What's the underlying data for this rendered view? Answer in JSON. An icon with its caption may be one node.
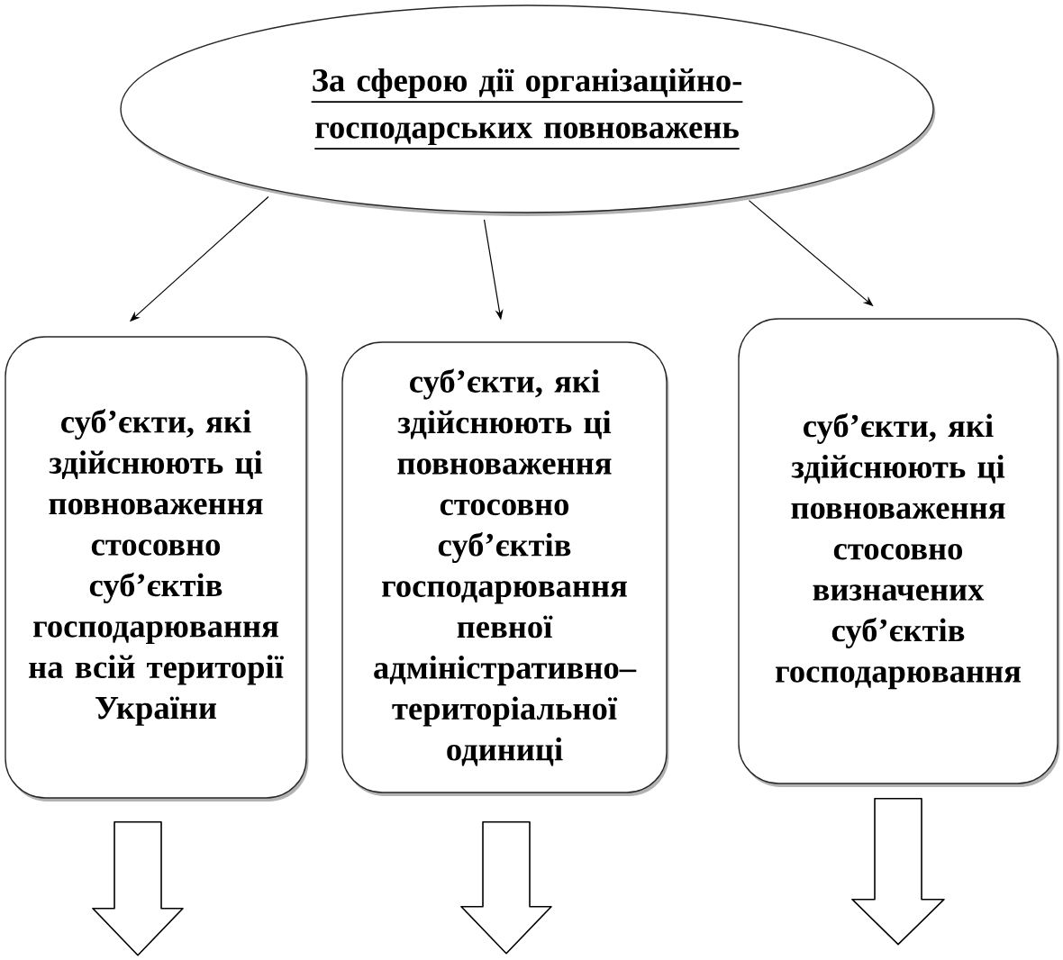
{
  "diagram": {
    "nodes": [
      {
        "text": [
          "За сферою дії організаційно- господарських повноважень"
        ]
      },
      {
        "text": [
          "суб’єкти, які здійснюють ці повноваження стосовно суб’єктів господарювання на всій території України"
        ]
      },
      {
        "text": [
          "суб’єкти, які здійснюють ці повноваження стосовно суб’єктів господарювання певної адміністративно– територіальної одиниці"
        ]
      },
      {
        "text": [
          "суб’єкти, які здійснюють ці повноваження стосовно визначених суб’єктів господарювання"
        ]
      }
    ],
    "edges": [
      {
        "from": 0,
        "to": 1,
        "arrow": "to"
      },
      {
        "from": 0,
        "to": 2,
        "arrow": "to"
      },
      {
        "from": 0,
        "to": 3,
        "arrow": "to"
      },
      {
        "from": 1,
        "to": null,
        "arrow": "to",
        "style": "thick"
      },
      {
        "from": 2,
        "to": null,
        "arrow": "to",
        "style": "thick"
      },
      {
        "from": 3,
        "to": null,
        "arrow": "to",
        "style": "thick"
      }
    ]
  }
}
